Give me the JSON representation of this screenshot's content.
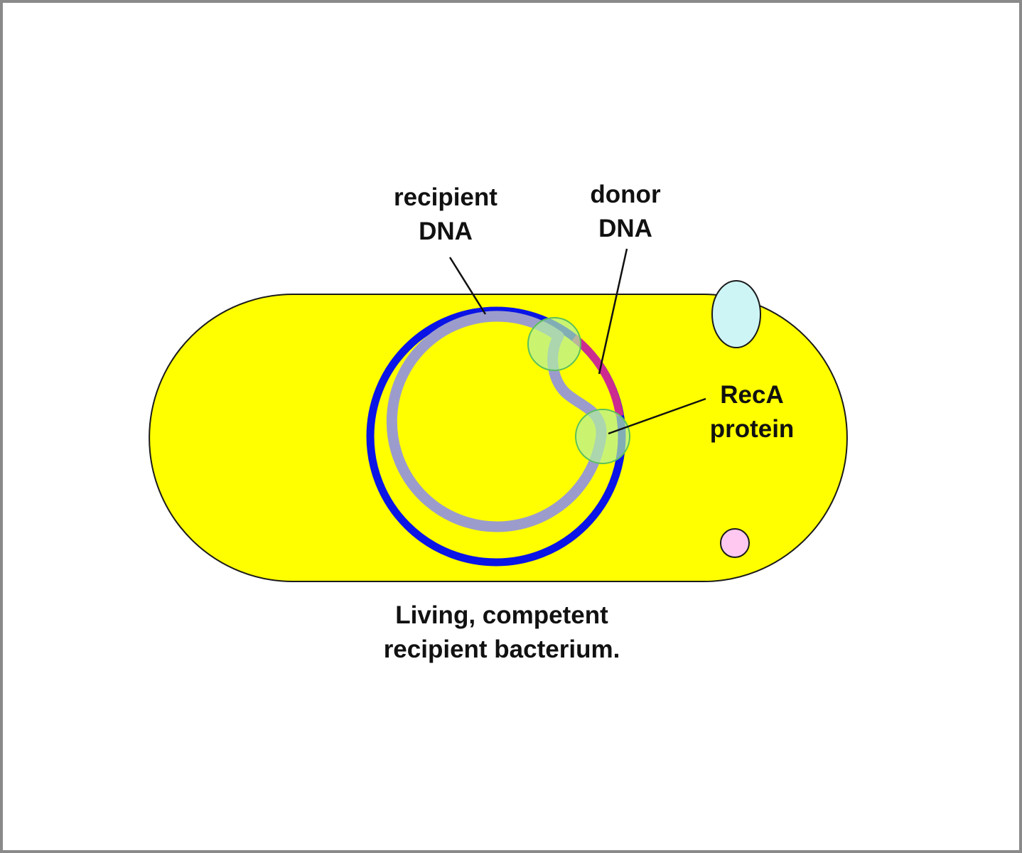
{
  "labels": {
    "recipient_dna": [
      "recipient",
      "DNA"
    ],
    "donor_dna": [
      "donor",
      "DNA"
    ],
    "reca_protein": [
      "RecA",
      "protein"
    ],
    "caption": [
      "Living, competent",
      "recipient bacterium."
    ]
  },
  "colors": {
    "cell_fill": "#ffff00",
    "recipient_dna": "#0a14e6",
    "recipient_dna_inner": "#9c9ccc",
    "donor_dna": "#cc2b90",
    "reca": "#b4f0a0",
    "vesicle_blue": "#cdf5f5",
    "vesicle_pink": "#ffc8f0"
  }
}
